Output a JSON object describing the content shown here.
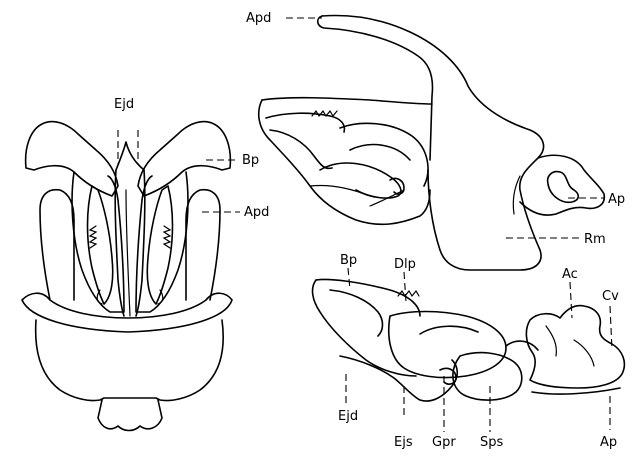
{
  "labels": {
    "apd_top": "Apd",
    "ejd_top": "Ejd",
    "bp_left": "Bp",
    "apd_left": "Apd",
    "ap_upper": "Ap",
    "rm": "Rm",
    "bp_lower": "Bp",
    "dlp": "Dlp",
    "ac": "Ac",
    "cv": "Cv",
    "ejd_lower": "Ejd",
    "ejs": "Ejs",
    "gpr": "Gpr",
    "sps": "Sps",
    "ap_lower": "Ap"
  }
}
